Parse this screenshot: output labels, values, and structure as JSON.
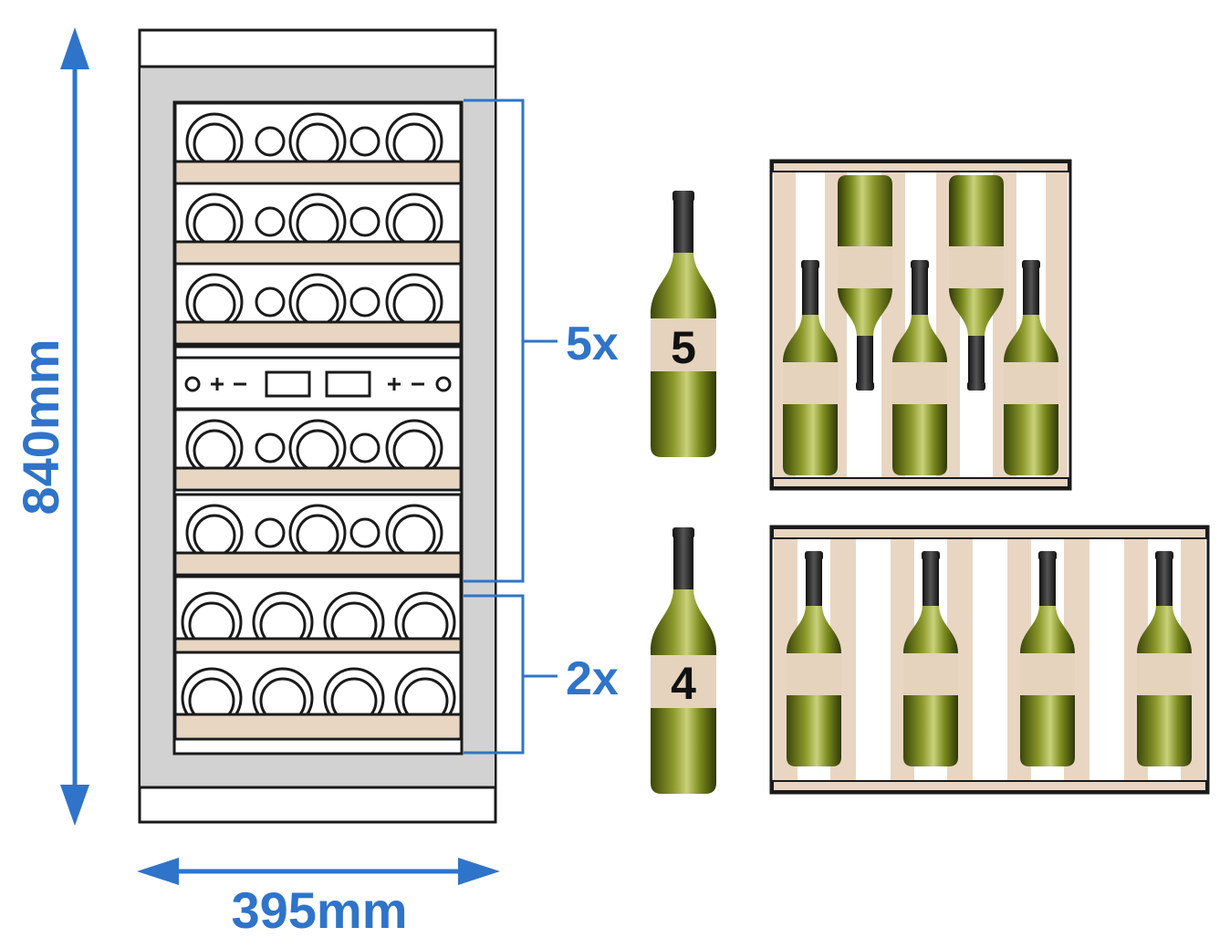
{
  "dimensions": {
    "height_label": "840mm",
    "width_label": "395mm"
  },
  "zones": [
    {
      "multiplier_label": "5x",
      "bottle_number": "5",
      "shelves": 5,
      "bottles_per_shelf": 5
    },
    {
      "multiplier_label": "2x",
      "bottle_number": "4",
      "shelves": 2,
      "bottles_per_shelf": 4
    }
  ],
  "colors": {
    "accent_blue": "#2f74c9",
    "shelf_wood": "#e8d6c3",
    "cabinet_gray": "#d2d2d2",
    "bottle_green": "#6b7a1e"
  },
  "icons": [
    "arrow-vertical-icon",
    "arrow-horizontal-icon",
    "wine-bottle-icon",
    "shelf-rack-icon"
  ]
}
